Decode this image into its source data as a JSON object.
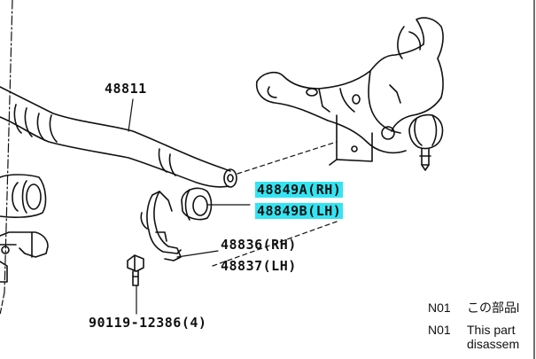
{
  "parts": {
    "p48811": "48811",
    "p48849a": "48849A(RH)",
    "p48849b": "48849B(LH)",
    "p48836": "48836(RH)",
    "p48837": "48837(LH)",
    "p90119": "90119-12386(4)"
  },
  "notes": [
    {
      "code": "N01",
      "text": "この部品l",
      "text2": ""
    },
    {
      "code": "N01",
      "text": "This part",
      "text2": "disassem"
    }
  ],
  "colors": {
    "highlight": "#33e4f2",
    "line": "#111111"
  }
}
